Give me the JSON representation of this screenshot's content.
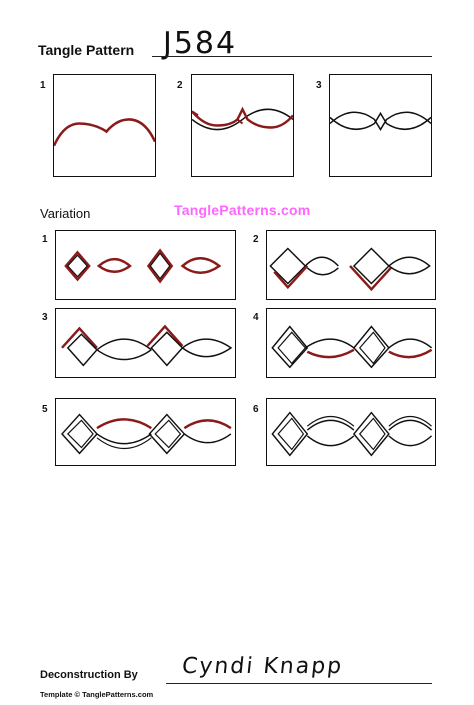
{
  "header": {
    "label": "Tangle Pattern",
    "pattern_name": "J584"
  },
  "steps": {
    "label_1": "1",
    "label_2": "2",
    "label_3": "3"
  },
  "variation": {
    "label": "Variation",
    "label_1": "1",
    "label_2": "2",
    "label_3": "3",
    "label_4": "4",
    "label_5": "5",
    "label_6": "6"
  },
  "watermark": "TanglePatterns.com",
  "footer": {
    "deconstruction_label": "Deconstruction By",
    "artist_name": "Cyndi Knapp",
    "template_credit": "Template © TanglePatterns.com"
  },
  "colors": {
    "ink": "#111111",
    "highlight_red": "#8b1a1a",
    "watermark_pink": "#ff66ff"
  }
}
